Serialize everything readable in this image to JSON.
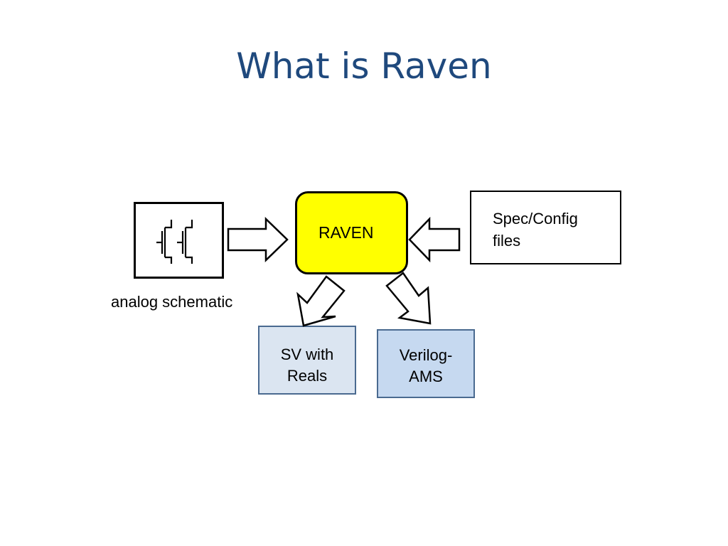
{
  "title": "What is Raven",
  "nodes": {
    "schematic": {
      "caption": "analog schematic",
      "icon": "transistor-pair-icon"
    },
    "raven": {
      "label": "RAVEN",
      "fill": "#ffff00"
    },
    "spec": {
      "line1": "Spec/Config",
      "line2": "files"
    },
    "sv": {
      "line1": "SV with",
      "line2": "Reals",
      "fill": "#dbe5f1"
    },
    "ams": {
      "line1": "Verilog-",
      "line2": "AMS",
      "fill": "#c6d9f0"
    }
  },
  "edges": [
    {
      "from": "schematic",
      "to": "raven"
    },
    {
      "from": "spec",
      "to": "raven"
    },
    {
      "from": "raven",
      "to": "sv"
    },
    {
      "from": "raven",
      "to": "ams"
    }
  ],
  "colors": {
    "title": "#1f497d",
    "border": "#000000",
    "output_border": "#4a6a90"
  }
}
